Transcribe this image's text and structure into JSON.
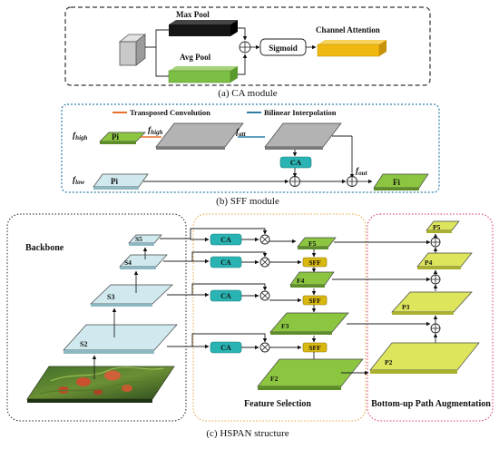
{
  "ca_module": {
    "max_pool": "Max Pool",
    "avg_pool": "Avg Pool",
    "sigmoid": "Sigmoid",
    "channel_attention": "Channel Attention",
    "caption": "(a) CA module"
  },
  "sff_module": {
    "legend_transposed": "Transposed  Convolution",
    "legend_bilinear": "Bilinear  Interpolation",
    "f_high": "f",
    "f_high_sub": "high",
    "f_low": "f",
    "f_low_sub": "low",
    "f_att": "f",
    "f_att_sub": "att",
    "f_out": "f",
    "f_out_sub": "out",
    "pi_top": "Pi",
    "pi_bottom": "Pi",
    "ca": "CA",
    "fi": "Fi",
    "caption": "(b) SFF module"
  },
  "hspan": {
    "backbone": "Backbone",
    "s_levels": [
      "S5",
      "S4",
      "S3",
      "S2"
    ],
    "f_levels": [
      "F5",
      "F4",
      "F3",
      "F2"
    ],
    "p_levels": [
      "P5",
      "P4",
      "P3",
      "P2"
    ],
    "ca": "CA",
    "sff": "SFF",
    "feature_selection": "Feature Selection",
    "bottom_up": "Bottom-up Path Augmentation",
    "caption": "(c) HSPAN structure"
  },
  "colors": {
    "cube_gray": "#c8c8c8",
    "max_pool": "#151515",
    "avg_pool": "#7bc045",
    "attention": "#f1b80f",
    "transposed_conv": "#e8702a",
    "bilinear": "#2e7ea8",
    "ca_block": "#2ab3b3",
    "sff_block": "#d9b80f",
    "light_blue": "#cfe9ee",
    "green": "#8cc641",
    "yellow_green": "#dde55c"
  }
}
